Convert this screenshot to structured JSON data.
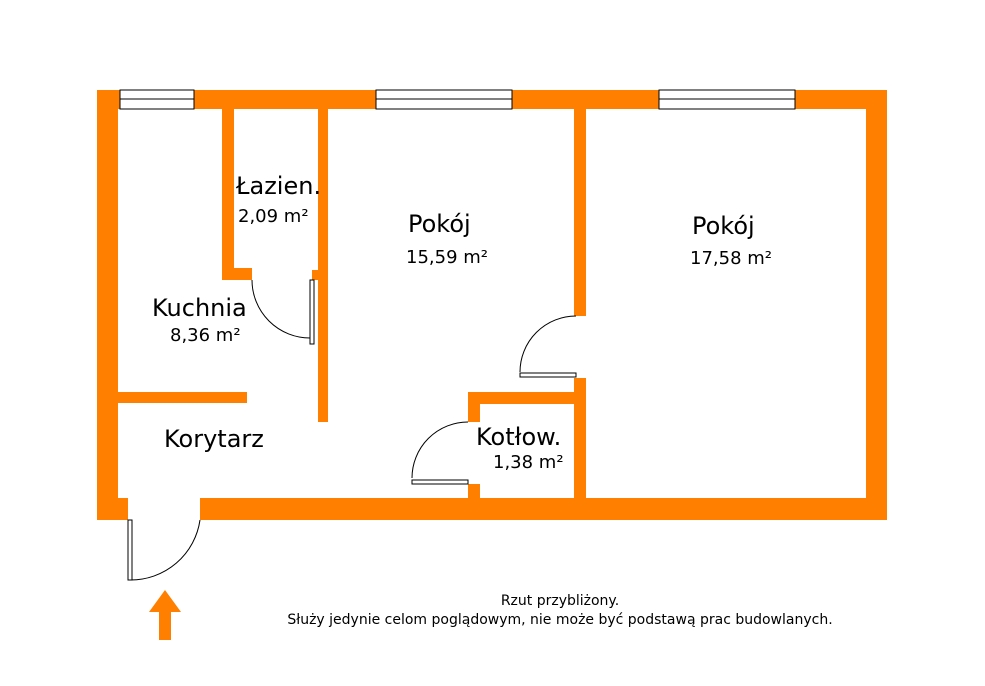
{
  "colors": {
    "wall": "#ff7f00",
    "background": "#ffffff",
    "text": "#000000"
  },
  "rooms": [
    {
      "name": "Łazien.",
      "area": "2,09 m²"
    },
    {
      "name": "Pokój",
      "area": "15,59 m²"
    },
    {
      "name": "Pokój",
      "area": "17,58 m²"
    },
    {
      "name": "Kuchnia",
      "area": "8,36 m²"
    },
    {
      "name": "Korytarz"
    },
    {
      "name": "Kotłow.",
      "area": "1,38 m²"
    }
  ],
  "notes": {
    "line1": "Rzut przybliżony.",
    "line2": "Służy jedynie celom poglądowym, nie może być podstawą prac budowlanych."
  },
  "entrance_icon": "arrow-up-icon"
}
